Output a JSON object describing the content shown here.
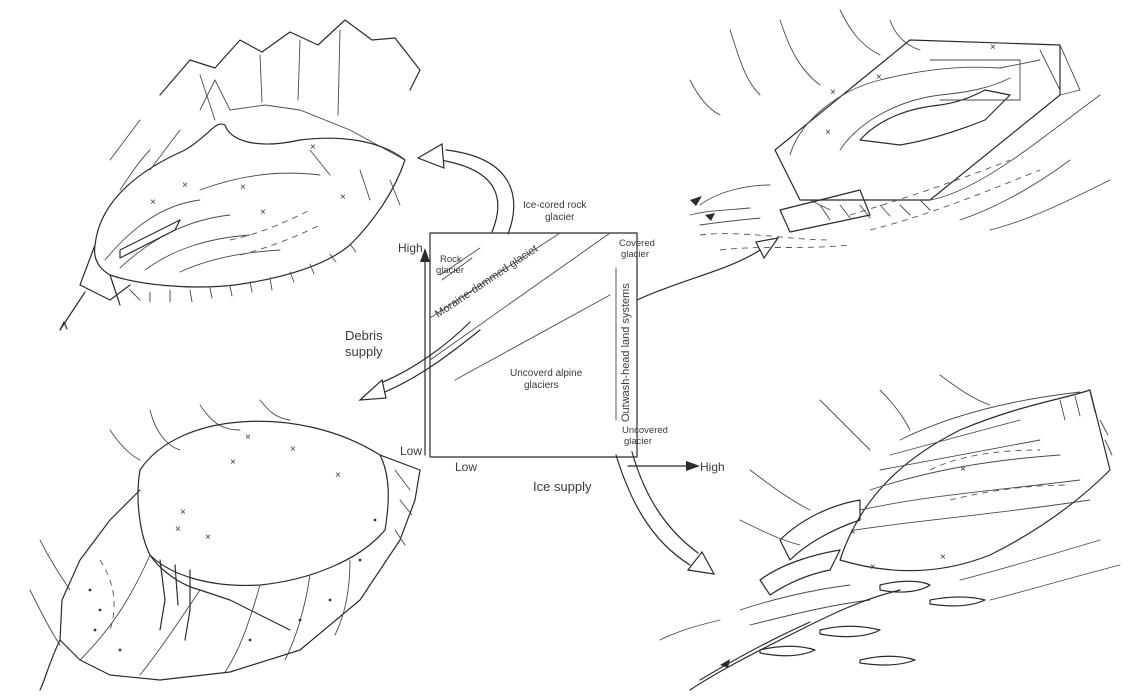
{
  "diagram": {
    "axes": {
      "y_high": "High",
      "y_low": "Low",
      "y_title_line1": "Debris",
      "y_title_line2": "supply",
      "x_low": "Low",
      "x_high": "High",
      "x_title": "Ice supply"
    },
    "regions": {
      "rock_glacier_line1": "Rock",
      "rock_glacier_line2": "glacier",
      "ice_cored_line1": "Ice-cored rock",
      "ice_cored_line2": "glacier",
      "moraine_dammed": "Moraine-dammed glaciet",
      "uncovered_alpine_line1": "Uncoverd alpine",
      "uncovered_alpine_line2": "glaciers",
      "covered_glacier_line1": "Covered",
      "covered_glacier_line2": "glacier",
      "outwash_head": "Outwash-head land systems",
      "uncovered_glacier_line1": "Uncovered",
      "uncovered_glacier_line2": "glacier"
    },
    "sketches": [
      "rock-glacier-sketch",
      "ice-cored-rock-glacier-sketch",
      "moraine-dammed-glacier-sketch",
      "outwash-head-sketch"
    ]
  }
}
